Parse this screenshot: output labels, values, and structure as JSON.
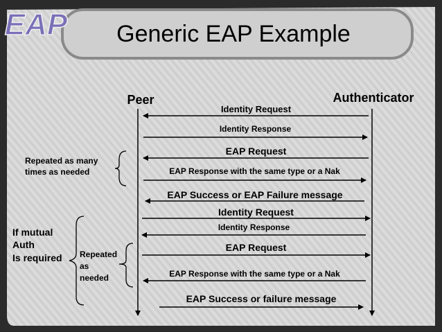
{
  "logo": "EAP",
  "title": "Generic EAP Example",
  "peer_label": "Peer",
  "authenticator_label": "Authenticator",
  "messages": [
    {
      "text": "Identity Request",
      "direction": "left"
    },
    {
      "text": "Identity Response",
      "direction": "right"
    },
    {
      "text": "EAP Request",
      "direction": "left"
    },
    {
      "text": "EAP Response with the same type or a Nak",
      "direction": "right"
    },
    {
      "text": "EAP Success or EAP Failure message",
      "direction": "left"
    },
    {
      "text": "Identity Request",
      "direction": "right"
    },
    {
      "text": "Identity Response",
      "direction": "left"
    },
    {
      "text": "EAP Request",
      "direction": "right"
    },
    {
      "text": "EAP Response with the same type or a Nak",
      "direction": "left"
    },
    {
      "text": "EAP Success or failure message",
      "direction": "right"
    }
  ],
  "notes": {
    "repeated_many": [
      "Repeated as many",
      "times as needed"
    ],
    "mutual": [
      "If mutual",
      "Auth",
      "Is required"
    ],
    "repeated_needed": [
      "Repeated",
      "as",
      "needed"
    ]
  }
}
